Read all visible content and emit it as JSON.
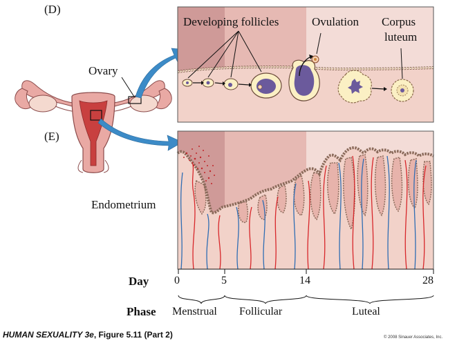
{
  "panels": {
    "top_letter": "(D)",
    "bottom_letter": "(E)"
  },
  "labels": {
    "ovary": "Ovary",
    "developing_follicles": "Developing follicles",
    "ovulation": "Ovulation",
    "corpus_luteum_line1": "Corpus",
    "corpus_luteum_line2": "luteum",
    "endometrium": "Endometrium"
  },
  "timeline": {
    "day_label": "Day",
    "phase_label": "Phase",
    "days": [
      "0",
      "5",
      "14",
      "28"
    ],
    "phases": [
      "Menstrual",
      "Follicular",
      "Luteal"
    ]
  },
  "footer": {
    "title_italic": "HUMAN SEXUALITY 3e",
    "title_plain": ", Figure 5.11 (Part 2)",
    "copyright": "© 2008 Sinauer Associates, Inc."
  },
  "colors": {
    "menstrual_bg": "#cf9a98",
    "follicular_bg": "#e6b9b3",
    "luteal_bg": "#f3dcd7",
    "tissue": "#f2d2c9",
    "uterus": "#e9a9a4",
    "artery": "#d7262a",
    "vein": "#2f6db3",
    "arrow_blue": "#3c8bc7",
    "follicle_cream": "#fbf0c4",
    "follicle_core": "#6b5a9c"
  }
}
